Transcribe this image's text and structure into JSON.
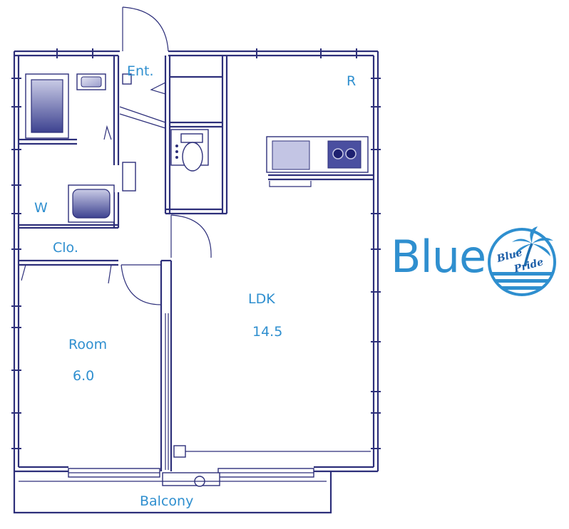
{
  "floor_plan": {
    "rooms": {
      "entrance": "Ent.",
      "refrigerator": "R",
      "washer": "W",
      "closet": "Clo.",
      "ldk": "LDK",
      "ldk_size": "14.5",
      "room": "Room",
      "room_size": "6.0",
      "balcony": "Balcony"
    }
  },
  "brand": {
    "name": "Blue",
    "logo_text_1": "Blue",
    "logo_text_2": "Pride"
  },
  "colors": {
    "wall": "#2d2f7a",
    "label": "#2f8fcf",
    "fixture_fill": "#5a5fa8"
  }
}
